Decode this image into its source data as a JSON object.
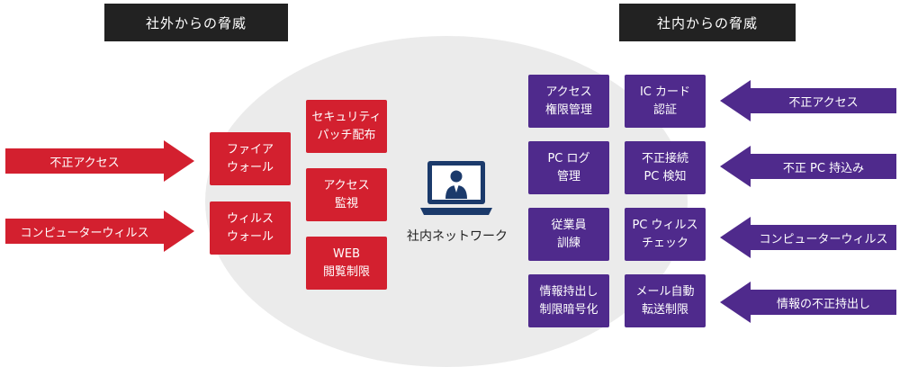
{
  "external": {
    "header": "社外からの脅威",
    "threats": [
      "不正アクセス",
      "コンピューターウィルス"
    ],
    "defenses_col1": [
      [
        "ファイア",
        "ウォール"
      ],
      [
        "ウィルス",
        "ウォール"
      ]
    ],
    "defenses_col2": [
      [
        "セキュリティ",
        "パッチ配布"
      ],
      [
        "アクセス",
        "監視"
      ],
      [
        "WEB",
        "閲覧制限"
      ]
    ]
  },
  "network": {
    "label": "社内ネットワーク",
    "icon": "laptop-user-icon"
  },
  "internal": {
    "header": "社内からの脅威",
    "threats": [
      "不正アクセス",
      "不正 PC 持込み",
      "コンピューターウィルス",
      "情報の不正持出し"
    ],
    "defenses_col1": [
      [
        "アクセス",
        "権限管理"
      ],
      [
        "PC ログ",
        "管理"
      ],
      [
        "従業員",
        "訓練"
      ],
      [
        "情報持出し",
        "制限暗号化"
      ]
    ],
    "defenses_col2": [
      [
        "IC カード",
        "認証"
      ],
      [
        "不正接続",
        "PC 検知"
      ],
      [
        "PC ウィルス",
        "チェック"
      ],
      [
        "メール自動",
        "転送制限"
      ]
    ]
  },
  "colors": {
    "external": "#d3202f",
    "internal": "#4f2a8c",
    "header_bg": "#222222",
    "ellipse": "#ebebeb"
  }
}
